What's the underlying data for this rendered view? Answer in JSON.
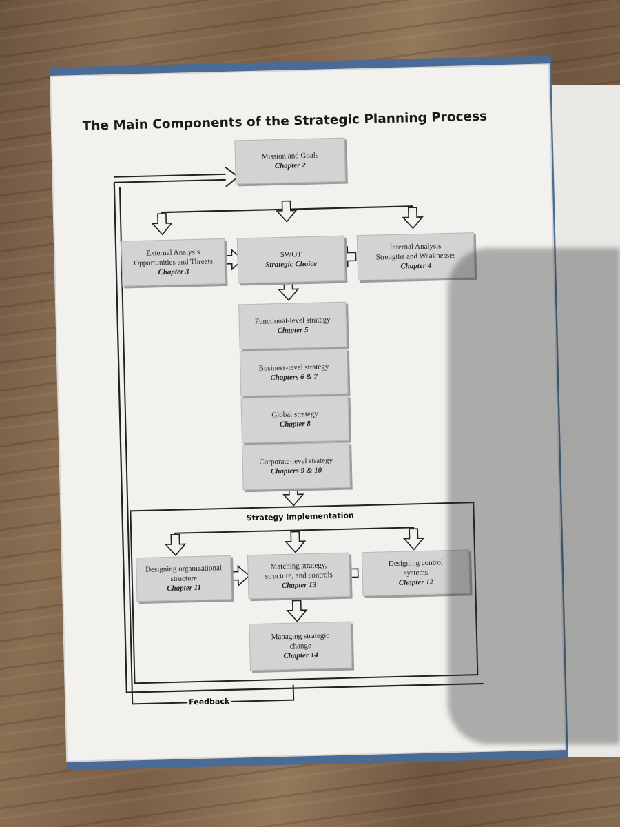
{
  "title": "The Main Components of the Strategic Planning Process",
  "boxes": {
    "mission": {
      "line1": "Mission and Goals",
      "chapter": "Chapter 2"
    },
    "external": {
      "line1": "External Analysis",
      "line2": "Opportunities and Threats",
      "chapter": "Chapter 3"
    },
    "swot": {
      "line1": "SWOT",
      "line2": "Strategic Choice"
    },
    "internal": {
      "line1": "Internal Analysis",
      "line2": "Strengths and Weaknesses",
      "chapter": "Chapter 4"
    },
    "functional": {
      "line1": "Functional-level strategy",
      "chapter": "Chapter 5"
    },
    "business": {
      "line1": "Business-level strategy",
      "chapter": "Chapters 6 & 7"
    },
    "global": {
      "line1": "Global strategy",
      "chapter": "Chapter 8"
    },
    "corporate": {
      "line1": "Corporate-level strategy",
      "chapter": "Chapters 9 & 10"
    },
    "org_structure": {
      "line1": "Designing organizational",
      "line2": "structure",
      "chapter": "Chapter 11"
    },
    "matching": {
      "line1": "Matching strategy,",
      "line2": "structure, and controls",
      "chapter": "Chapter 13"
    },
    "control": {
      "line1": "Designing control",
      "line2": "systems",
      "chapter": "Chapter 12"
    },
    "change": {
      "line1": "Managing strategic",
      "line2": "change",
      "chapter": "Chapter 14"
    }
  },
  "implementation_title": "Strategy Implementation",
  "feedback_label": "Feedback"
}
